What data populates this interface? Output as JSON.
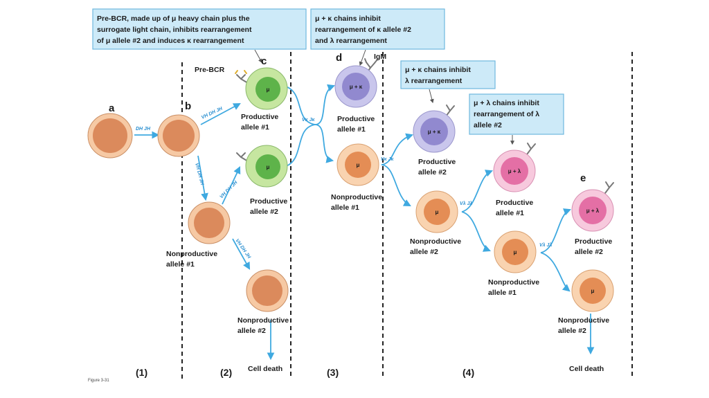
{
  "notes": {
    "prebcr_note": [
      "Pre-BCR, made up of μ heavy chain plus the",
      "surrogate light chain, inhibits rearrangement",
      "of μ allele #2 and induces κ rearrangement"
    ],
    "mu_kappa_note": [
      "μ + κ chains inhibit",
      "rearrangement of κ allele #2",
      "and λ rearrangement"
    ],
    "mu_kappa_lambda_note": [
      "μ + κ chains inhibit",
      "λ rearrangement"
    ],
    "mu_lambda_note": [
      "μ + λ chains inhibit",
      "rearrangement of λ",
      "allele #2"
    ]
  },
  "letters": {
    "a": "a",
    "b": "b",
    "c": "c",
    "d": "d",
    "e": "e"
  },
  "labels": {
    "pre_bcr": "Pre-BCR",
    "igm": "IgM",
    "productive_allele_1": [
      "Productive",
      "allele #1"
    ],
    "productive_allele_2": [
      "Productive",
      "allele #2"
    ],
    "nonproductive_allele_1": [
      "Nonproductive",
      "allele #1"
    ],
    "nonproductive_allele_2": [
      "Nonproductive",
      "allele #2"
    ],
    "cell_death": "Cell death"
  },
  "cell_text": {
    "mu": "μ",
    "mu_kappa": "μ + κ",
    "mu_lambda": "μ + λ"
  },
  "genes": {
    "dh_jh": "DH JH",
    "vh_dh_jh": "VH DH JH",
    "vk_jk": "Vκ Jκ",
    "vl_jl": "Vλ Jλ"
  },
  "stages": [
    "(1)",
    "(2)",
    "(3)",
    "(4)"
  ],
  "footer": "Figure 3-31",
  "colors": {
    "arrow": "#3fa9e0",
    "note_fill": "#cdeaf8",
    "note_border": "#6fb8de",
    "pro_b_outer": "#f6c9a4",
    "pro_b_inner": "#db8a5c",
    "green_outer": "#c6e6a0",
    "green_inner": "#5eb34a",
    "purple_outer": "#c9c6ec",
    "purple_inner": "#9189cf",
    "pink_outer": "#f7c9dd",
    "pink_inner": "#e46fa5",
    "orange_outer": "#f9d3b0",
    "orange_inner": "#e48d55"
  }
}
